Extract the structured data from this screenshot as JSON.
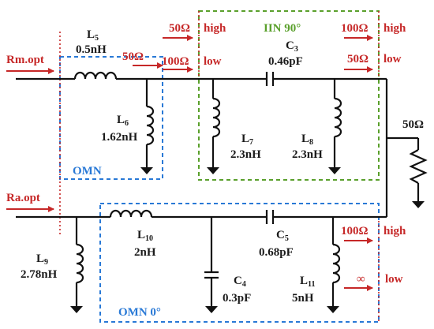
{
  "labels": {
    "rm_opt": "Rm.opt",
    "ra_opt": "Ra.opt",
    "l5_name": "L",
    "l5_sub": "5",
    "l5_val": "0.5nH",
    "l6_name": "L",
    "l6_sub": "6",
    "l6_val": "1.62nH",
    "l7_name": "L",
    "l7_sub": "7",
    "l7_val": "2.3nH",
    "l8_name": "L",
    "l8_sub": "8",
    "l8_val": "2.3nH",
    "l9_name": "L",
    "l9_sub": "9",
    "l9_val": "2.78nH",
    "l10_name": "L",
    "l10_sub": "10",
    "l10_val": "2nH",
    "l11_name": "L",
    "l11_sub": "11",
    "l11_val": "5nH",
    "c3_name": "C",
    "c3_sub": "3",
    "c3_val": "0.46pF",
    "c4_name": "C",
    "c4_sub": "4",
    "c4_val": "0.3pF",
    "c5_name": "C",
    "c5_sub": "5",
    "c5_val": "0.68pF",
    "omn_top": "OMN",
    "omn_bottom": "OMN 0°",
    "iin": "IIN 90°",
    "z_50_top_left": "50Ω",
    "high_top_left": "high",
    "z_50_mid": "50Ω",
    "z_100_mid": "100Ω",
    "low_mid": "low",
    "z_100_top_right": "100Ω",
    "high_top_right": "high",
    "z_50_top_right": "50Ω",
    "low_top_right": "low",
    "load": "50Ω",
    "z_100_bottom": "100Ω",
    "high_bottom": "high",
    "infinity": "∞",
    "low_bottom": "low"
  },
  "colors": {
    "wire": "#111111",
    "red": "#c62828",
    "blue": "#2979d6",
    "green": "#5aa02c",
    "text": "#1a1a1a"
  }
}
